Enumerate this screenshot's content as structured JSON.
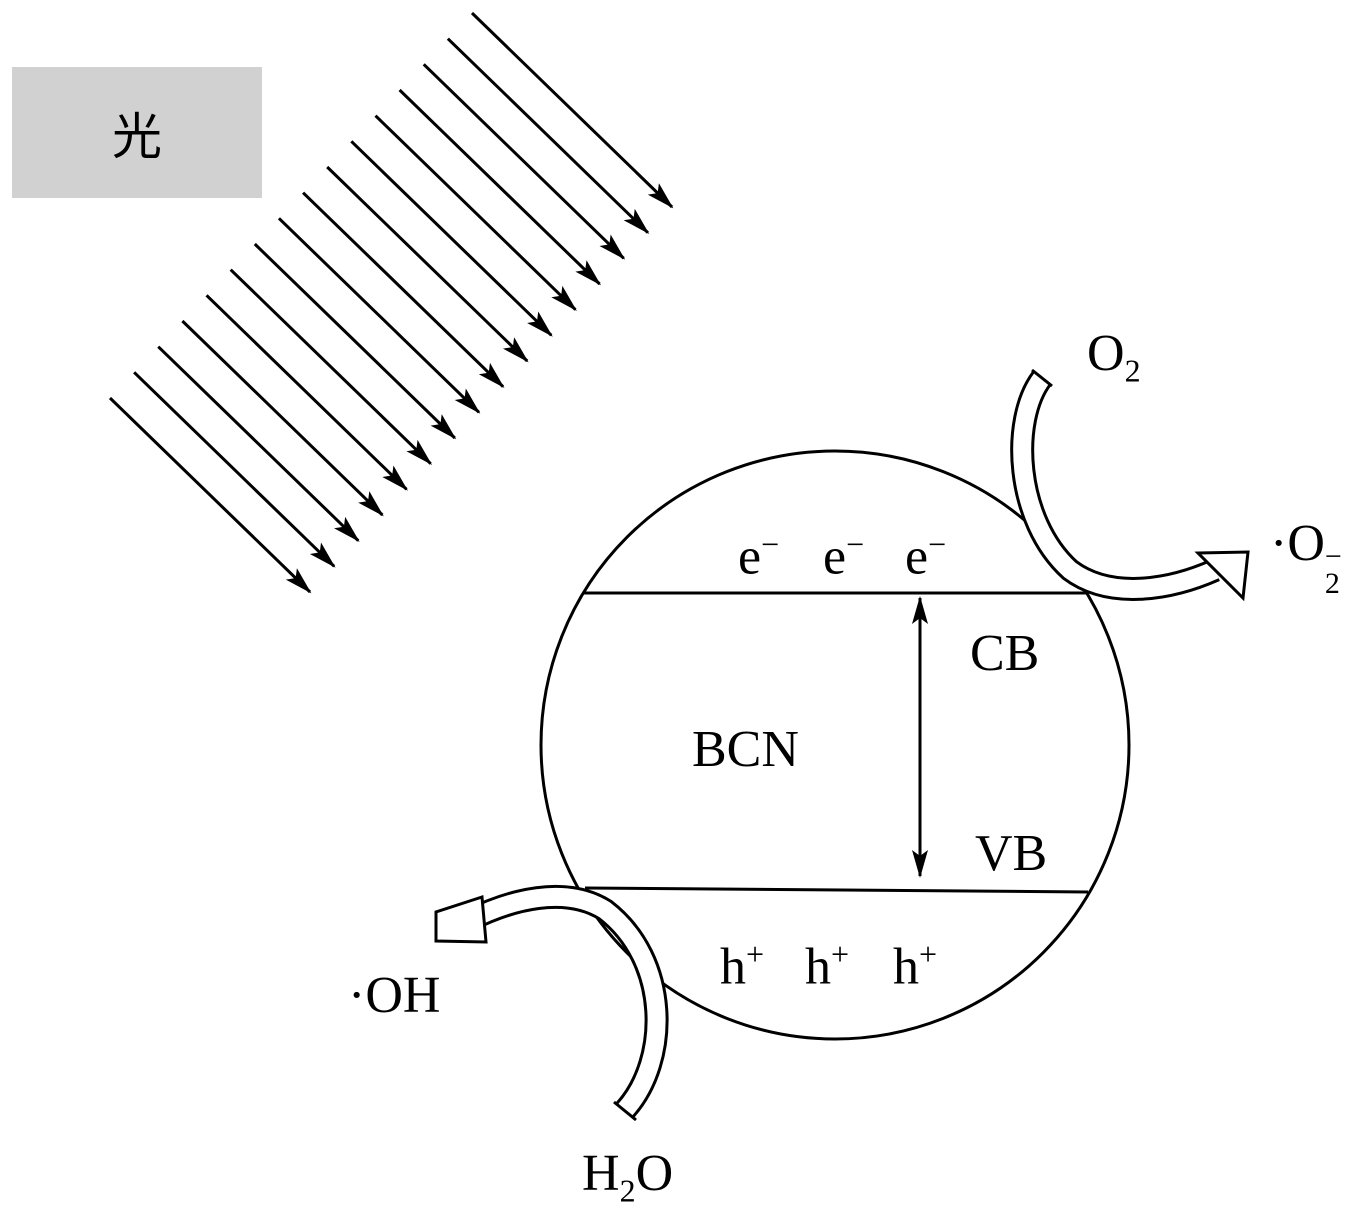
{
  "light_label": "光",
  "particle_label": "BCN",
  "conduction_band": "CB",
  "valence_band": "VB",
  "electrons": [
    "e",
    "e",
    "e"
  ],
  "electron_charge": "−",
  "holes": [
    "h",
    "h",
    "h"
  ],
  "hole_charge": "+",
  "oxygen": {
    "base": "O",
    "sub": "2"
  },
  "superoxide": {
    "dot": "·",
    "base": "O",
    "sub": "2",
    "sup": "−"
  },
  "water": {
    "h": "H",
    "sub": "2",
    "o": "O"
  },
  "hydroxyl": "·OH",
  "light_ray_count": 16
}
